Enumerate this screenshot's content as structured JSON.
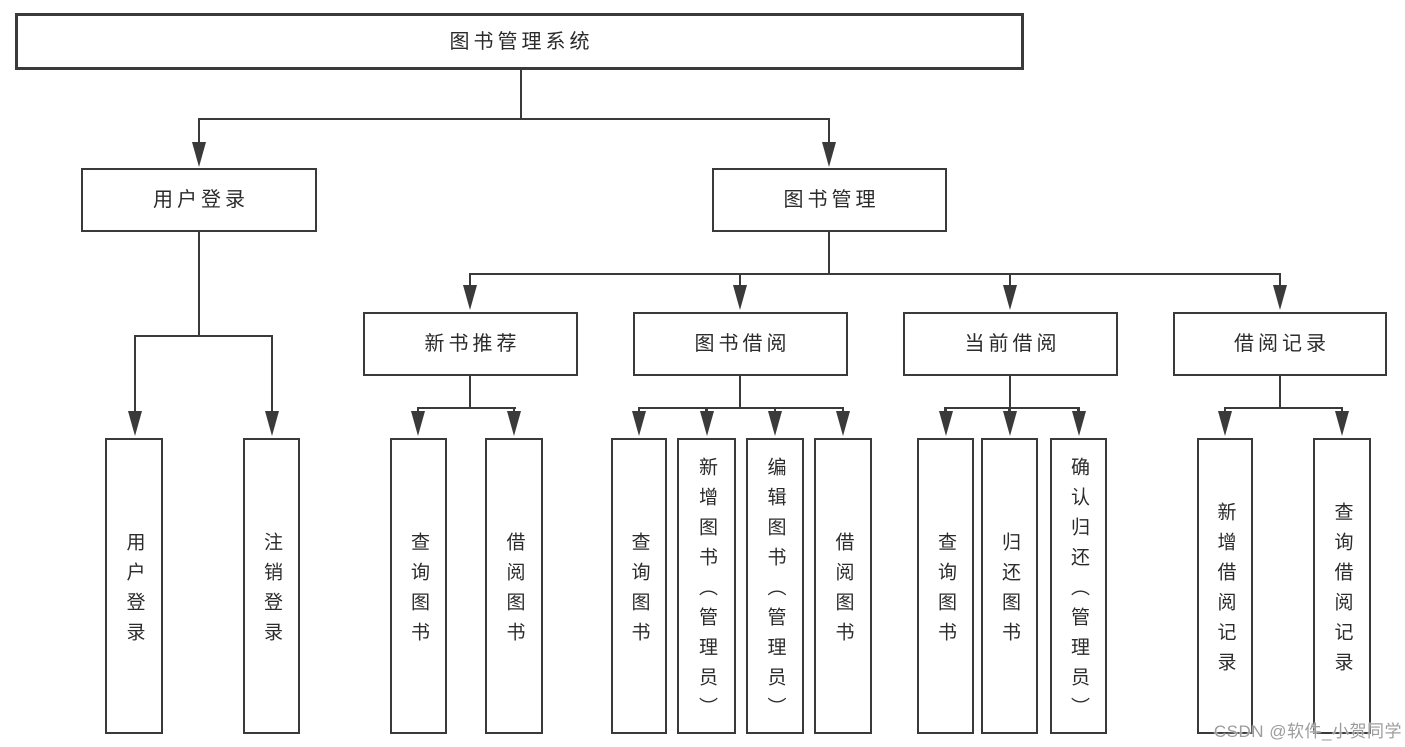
{
  "diagram": {
    "title": "图书管理系统",
    "root": {
      "label": "图书管理系统",
      "children": [
        {
          "id": "user-login",
          "label": "用户登录",
          "children": [
            {
              "id": "user-login-op",
              "label": "用户登录"
            },
            {
              "id": "logout",
              "label": "注销登录"
            }
          ]
        },
        {
          "id": "book-management",
          "label": "图书管理",
          "children": [
            {
              "id": "new-book-recommend",
              "label": "新书推荐",
              "children": [
                {
                  "id": "query-books",
                  "label": "查询图书"
                },
                {
                  "id": "borrow-books",
                  "label": "借阅图书"
                }
              ]
            },
            {
              "id": "book-borrowing",
              "label": "图书借阅",
              "children": [
                {
                  "id": "query-books",
                  "label": "查询图书"
                },
                {
                  "id": "add-books-admin",
                  "label": "新增图书（管理员）"
                },
                {
                  "id": "edit-books-admin",
                  "label": "编辑图书（管理员）"
                },
                {
                  "id": "borrow-books",
                  "label": "借阅图书"
                }
              ]
            },
            {
              "id": "current-borrowing",
              "label": "当前借阅",
              "children": [
                {
                  "id": "query-books",
                  "label": "查询图书"
                },
                {
                  "id": "return-books",
                  "label": "归还图书"
                },
                {
                  "id": "confirm-return-admin",
                  "label": "确认归还（管理员）"
                }
              ]
            },
            {
              "id": "borrow-records",
              "label": "借阅记录",
              "children": [
                {
                  "id": "add-borrow-record",
                  "label": "新增借阅记录"
                },
                {
                  "id": "query-borrow-record",
                  "label": "查询借阅记录"
                }
              ]
            }
          ]
        }
      ]
    }
  },
  "watermark": {
    "text": "CSDN @软件_小贺同学"
  },
  "colors": {
    "background": "#ffffff",
    "line": "#3a3a3a",
    "text": "#2b2b2b",
    "watermark": "#9c9c9c"
  }
}
